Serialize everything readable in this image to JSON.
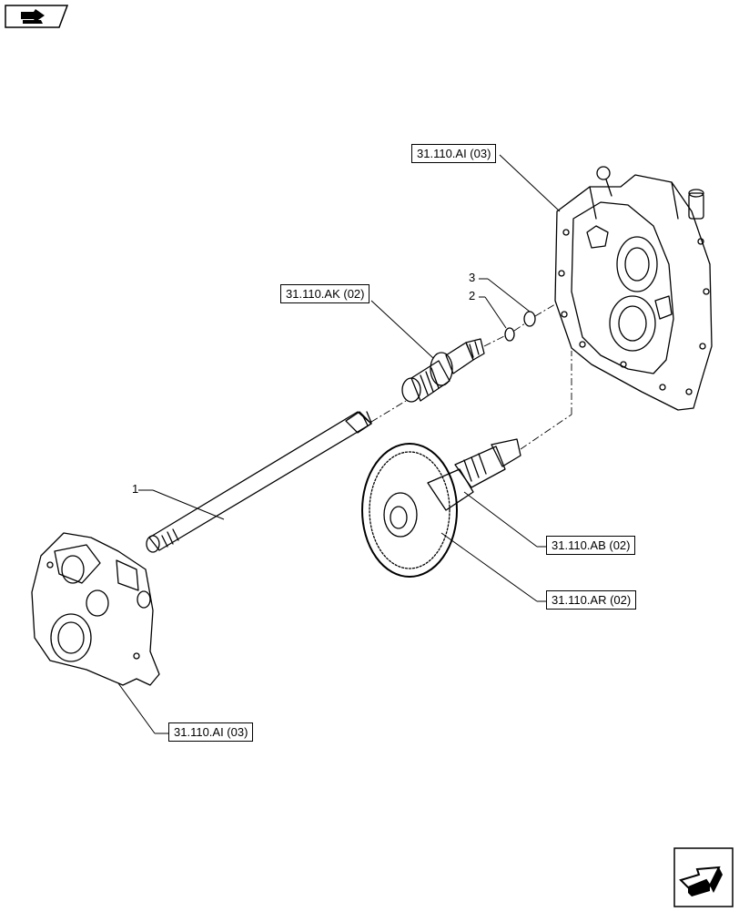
{
  "references": {
    "top_housing": "31.110.AI (03)",
    "pinion": "31.110.AK (02)",
    "shaft": "31.110.AB (02)",
    "gear": "31.110.AR (02)",
    "bottom_housing": "31.110.AI (03)"
  },
  "items": {
    "item_1": "1",
    "item_2": "2",
    "item_3": "3"
  },
  "icons": {
    "top_left": "vehicle-catalog-icon",
    "bottom_right": "next-page-arrow-icon"
  }
}
